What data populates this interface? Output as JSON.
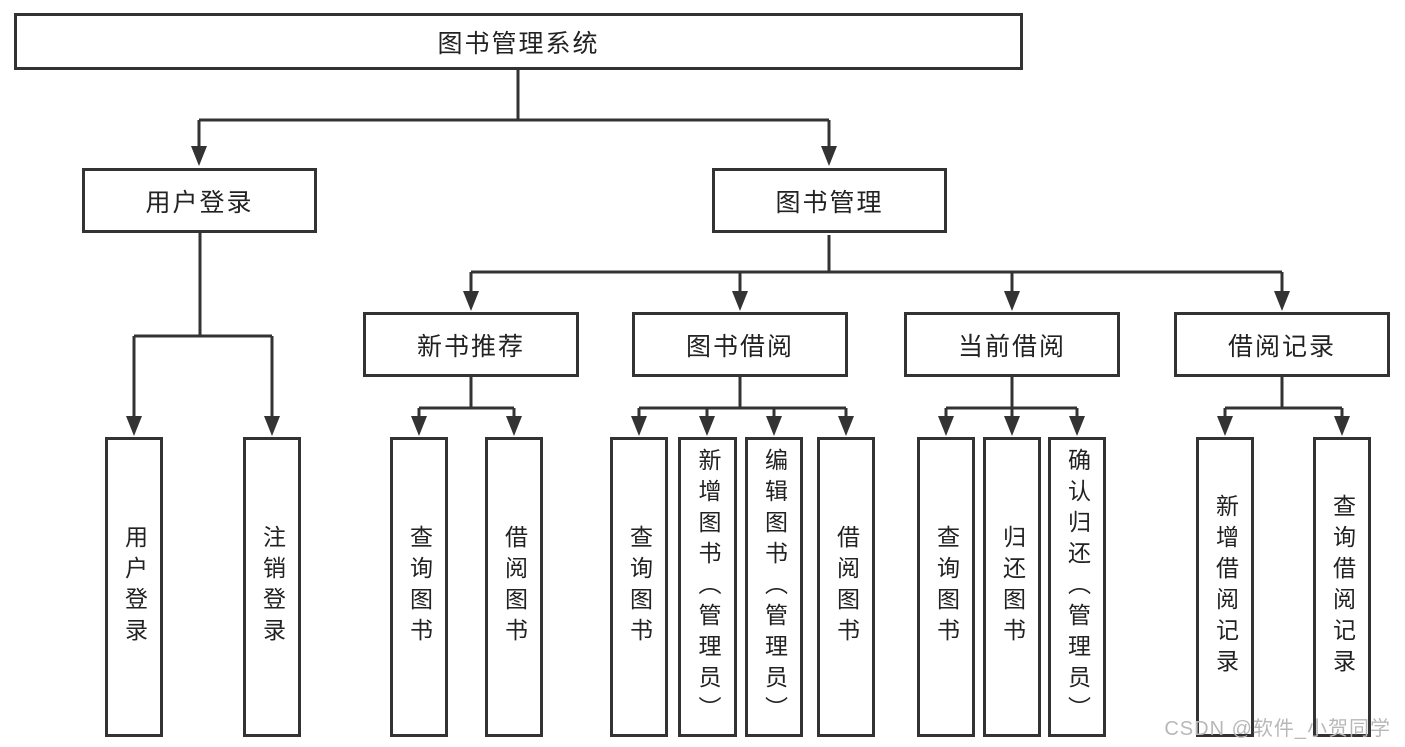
{
  "diagram": {
    "root": {
      "label": "图书管理系统"
    },
    "branches": [
      {
        "label": "用户登录",
        "children": [
          {
            "label": "用户登录"
          },
          {
            "label": "注销登录"
          }
        ]
      },
      {
        "label": "图书管理",
        "children": [
          {
            "label": "新书推荐",
            "children": [
              {
                "label": "查询图书"
              },
              {
                "label": "借阅图书"
              }
            ]
          },
          {
            "label": "图书借阅",
            "children": [
              {
                "label": "查询图书"
              },
              {
                "label": "新增图书（管理员）"
              },
              {
                "label": "编辑图书（管理员）"
              },
              {
                "label": "借阅图书"
              }
            ]
          },
          {
            "label": "当前借阅",
            "children": [
              {
                "label": "查询图书"
              },
              {
                "label": "归还图书"
              },
              {
                "label": "确认归还（管理员）"
              }
            ]
          },
          {
            "label": "借阅记录",
            "children": [
              {
                "label": "新增借阅记录"
              },
              {
                "label": "查询借阅记录"
              }
            ]
          }
        ]
      }
    ]
  },
  "colors": {
    "line": "#333333",
    "text": "#222222",
    "watermark": "#b8b8b8"
  },
  "watermark": {
    "text": "CSDN @软件_小贺同学"
  }
}
